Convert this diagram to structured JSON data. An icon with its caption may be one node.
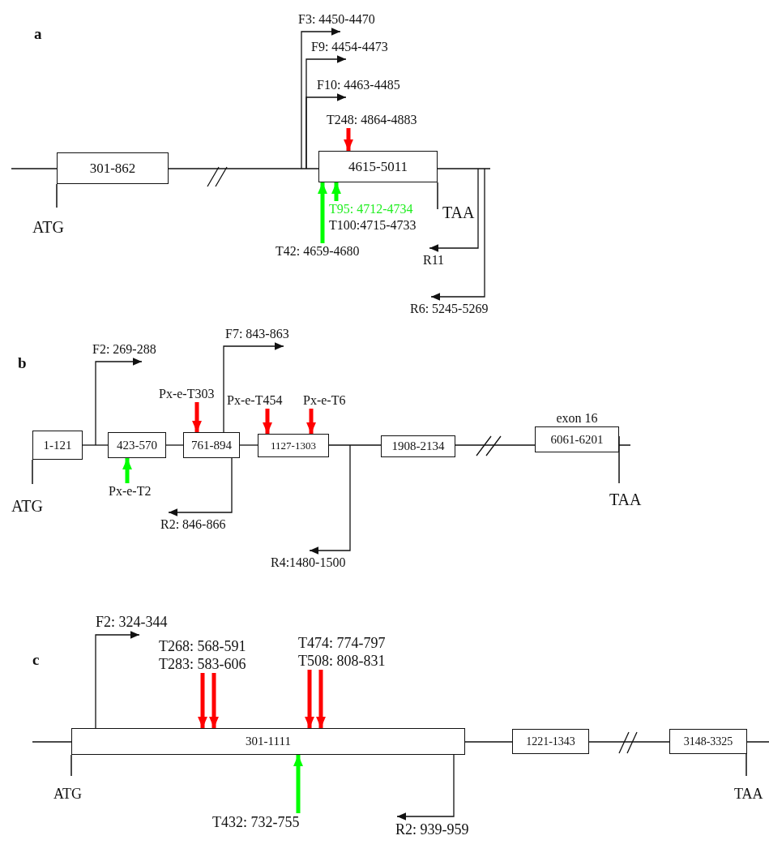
{
  "diagram": {
    "nodes": [
      {
        "text": [
          "F3: 4450-4470"
        ]
      },
      {
        "text": [
          "F9: 4454-4473"
        ]
      },
      {
        "text": [
          "F10: 4463-4485"
        ]
      },
      {
        "text": [
          "T248: 4864-4883"
        ]
      },
      {
        "text": [
          "301-862"
        ],
        "beside": [
          "ATG"
        ]
      },
      {
        "text": [
          "4615-5011"
        ],
        "beside": [
          "TAA"
        ]
      },
      {
        "text": [
          "T95: 4712-4734",
          "T100:4715-4733"
        ]
      },
      {
        "text": [
          "T42: 4659-4680"
        ]
      },
      {
        "text": [
          "R11"
        ]
      },
      {
        "text": [
          "R6: 5245-5269"
        ]
      },
      {
        "text": [
          "F2: 269-288"
        ]
      },
      {
        "text": [
          "F7: 843-863"
        ]
      },
      {
        "text": [
          "Px-e-T303"
        ]
      },
      {
        "text": [
          "Px-e-T454"
        ]
      },
      {
        "text": [
          "Px-e-T6"
        ]
      },
      {
        "text": [
          "1-121"
        ],
        "beside": [
          "ATG"
        ]
      },
      {
        "text": [
          "423-570"
        ]
      },
      {
        "text": [
          "761-894"
        ]
      },
      {
        "text": [
          "1127-1303"
        ]
      },
      {
        "text": [
          "1908-2134"
        ]
      },
      {
        "text": [
          "exon 16",
          "6061-6201"
        ],
        "beside": [
          "TAA"
        ]
      },
      {
        "text": [
          "Px-e-T2"
        ]
      },
      {
        "text": [
          "R2: 846-866"
        ]
      },
      {
        "text": [
          "R4:1480-1500"
        ]
      },
      {
        "text": [
          "F2: 324-344"
        ]
      },
      {
        "text": [
          "T268: 568-591",
          "T283: 583-606"
        ]
      },
      {
        "text": [
          "T474: 774-797",
          "T508: 808-831"
        ]
      },
      {
        "text": [
          "301-1111"
        ],
        "beside": [
          "ATG"
        ]
      },
      {
        "text": [
          "1221-1343"
        ]
      },
      {
        "text": [
          "3148-3325"
        ],
        "beside": [
          "TAA"
        ]
      },
      {
        "text": [
          "T432: 732-755"
        ]
      },
      {
        "text": [
          "R2: 939-959"
        ]
      }
    ],
    "edges": [
      {
        "from": null,
        "to": 0,
        "arrow": "to"
      },
      {
        "from": null,
        "to": 1,
        "arrow": "to"
      },
      {
        "from": null,
        "to": 2,
        "arrow": "to"
      },
      {
        "from": 3,
        "to": 5,
        "arrow": "to",
        "style": "thick",
        "color": "#ff0000"
      },
      {
        "from": 7,
        "to": 5,
        "arrow": "to",
        "style": "thick",
        "color": "#00ff00"
      },
      {
        "from": 6,
        "to": 5,
        "arrow": "to",
        "style": "thick",
        "color": "#00ff00"
      },
      {
        "from": null,
        "to": 8,
        "arrow": "to"
      },
      {
        "from": null,
        "to": 9,
        "arrow": "to"
      },
      {
        "from": null,
        "to": 10,
        "arrow": "to"
      },
      {
        "from": 17,
        "to": 11,
        "arrow": "to"
      },
      {
        "from": 12,
        "to": 17,
        "arrow": "to",
        "style": "thick",
        "color": "#ff0000"
      },
      {
        "from": 13,
        "to": 18,
        "arrow": "to",
        "style": "thick",
        "color": "#ff0000"
      },
      {
        "from": 14,
        "to": 18,
        "arrow": "to",
        "style": "thick",
        "color": "#ff0000"
      },
      {
        "from": 21,
        "to": 16,
        "arrow": "to",
        "style": "thick",
        "color": "#00ff00"
      },
      {
        "from": 17,
        "to": 22,
        "arrow": "to"
      },
      {
        "from": null,
        "to": 23,
        "arrow": "to"
      },
      {
        "from": 27,
        "to": 24,
        "arrow": "to"
      },
      {
        "from": 25,
        "to": 27,
        "arrow": "to",
        "style": "thick",
        "color": "#ff0000"
      },
      {
        "from": 25,
        "to": 27,
        "arrow": "to",
        "style": "thick",
        "color": "#ff0000"
      },
      {
        "from": 26,
        "to": 27,
        "arrow": "to",
        "style": "thick",
        "color": "#ff0000"
      },
      {
        "from": 26,
        "to": 27,
        "arrow": "to",
        "style": "thick",
        "color": "#ff0000"
      },
      {
        "from": 30,
        "to": 27,
        "arrow": "to",
        "style": "thick",
        "color": "#00ff00"
      },
      {
        "from": 27,
        "to": 31,
        "arrow": "to"
      },
      {
        "from": 4,
        "to": 5,
        "arrow": "none"
      },
      {
        "from": 15,
        "to": 16,
        "arrow": "none"
      },
      {
        "from": 16,
        "to": 17,
        "arrow": "none"
      },
      {
        "from": 17,
        "to": 18,
        "arrow": "none"
      },
      {
        "from": 18,
        "to": 19,
        "arrow": "none"
      },
      {
        "from": 19,
        "to": 20,
        "arrow": "none"
      },
      {
        "from": 27,
        "to": 28,
        "arrow": "none"
      },
      {
        "from": 28,
        "to": 29,
        "arrow": "none"
      }
    ],
    "labels": [
      "a",
      "b",
      "c"
    ]
  }
}
